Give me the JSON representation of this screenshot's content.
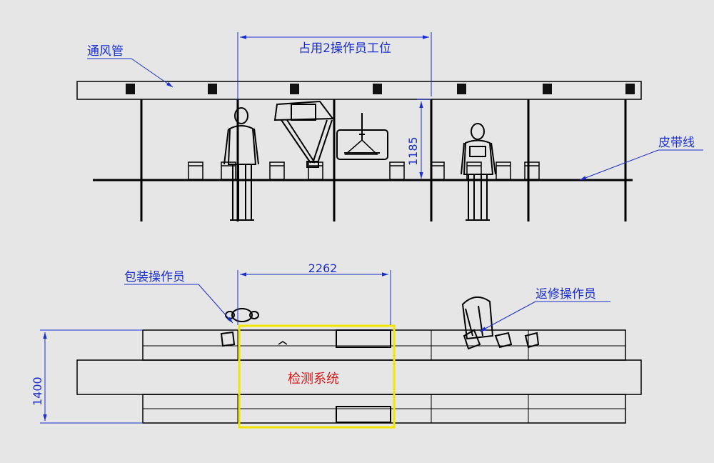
{
  "labels": {
    "vent_pipe": "通风管",
    "belt_line": "皮带线",
    "packing_operator": "包装操作员",
    "repair_operator": "返修操作员",
    "detection_system": "检测系统",
    "station_span": "占用2操作员工位"
  },
  "dimensions": {
    "height_1185": "1185",
    "width_2262": "2262",
    "depth_1400": "1400"
  },
  "colors": {
    "annotation": "#1a2fd0",
    "detection_text": "#d81818",
    "detection_box": "#f2e600",
    "line": "#000000",
    "background": "#e6e6e6"
  }
}
